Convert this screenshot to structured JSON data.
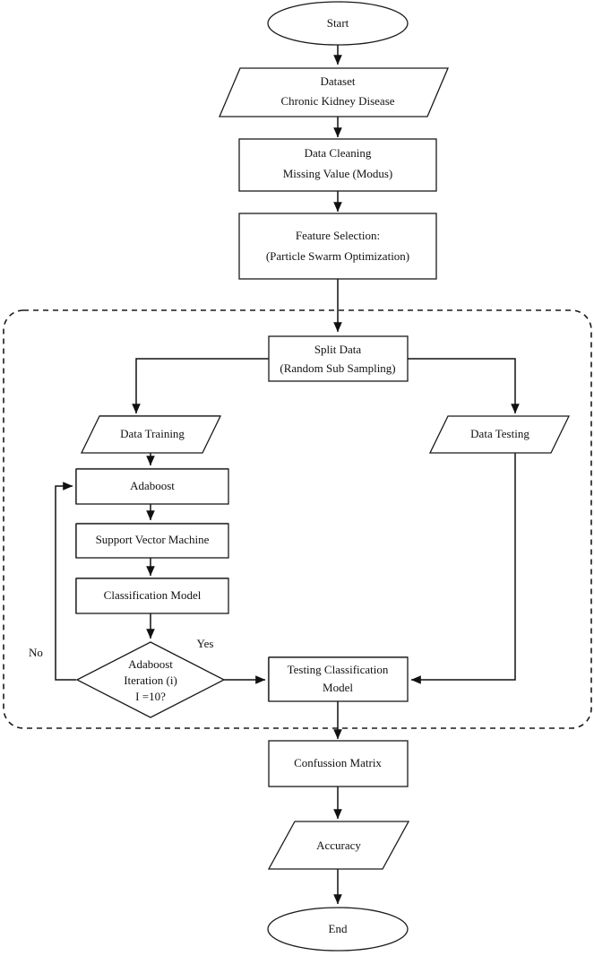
{
  "diagram": {
    "title": "Research Methodology Flowchart",
    "type": "flowchart",
    "background_color": "#ffffff",
    "line_color": "#111111",
    "nodes": {
      "start": {
        "label": "Start",
        "shape": "ellipse"
      },
      "dataset": {
        "label_line1": "Dataset",
        "label_line2": "Chronic Kidney Disease",
        "shape": "parallelogram"
      },
      "data_cleaning": {
        "label_line1": "Data Cleaning",
        "label_line2": "Missing Value (Modus)",
        "shape": "rectangle"
      },
      "feature_selection": {
        "label_line1": "Feature Selection:",
        "label_line2": "(Particle Swarm Optimization)",
        "shape": "rectangle"
      },
      "split_data": {
        "label_line1": "Split Data",
        "label_line2": "(Random Sub Sampling)",
        "shape": "rectangle"
      },
      "data_training": {
        "label": "Data Training",
        "shape": "parallelogram"
      },
      "data_testing": {
        "label": "Data Testing",
        "shape": "parallelogram"
      },
      "adaboost": {
        "label": "Adaboost",
        "shape": "rectangle"
      },
      "svm": {
        "label": "Support Vector Machine",
        "shape": "rectangle"
      },
      "classification_model": {
        "label": "Classification Model",
        "shape": "rectangle"
      },
      "decision": {
        "label_line1": "Adaboost",
        "label_line2": "Iteration (i)",
        "label_line3": "I =10?",
        "shape": "diamond"
      },
      "testing_classification_model": {
        "label_line1": "Testing Classification",
        "label_line2": "Model",
        "shape": "rectangle"
      },
      "confussion_matrix": {
        "label": "Confussion Matrix",
        "shape": "rectangle"
      },
      "accuracy": {
        "label": "Accuracy",
        "shape": "parallelogram"
      },
      "end": {
        "label": "End",
        "shape": "ellipse"
      }
    },
    "edge_labels": {
      "decision_no": "No",
      "decision_yes": "Yes"
    }
  }
}
